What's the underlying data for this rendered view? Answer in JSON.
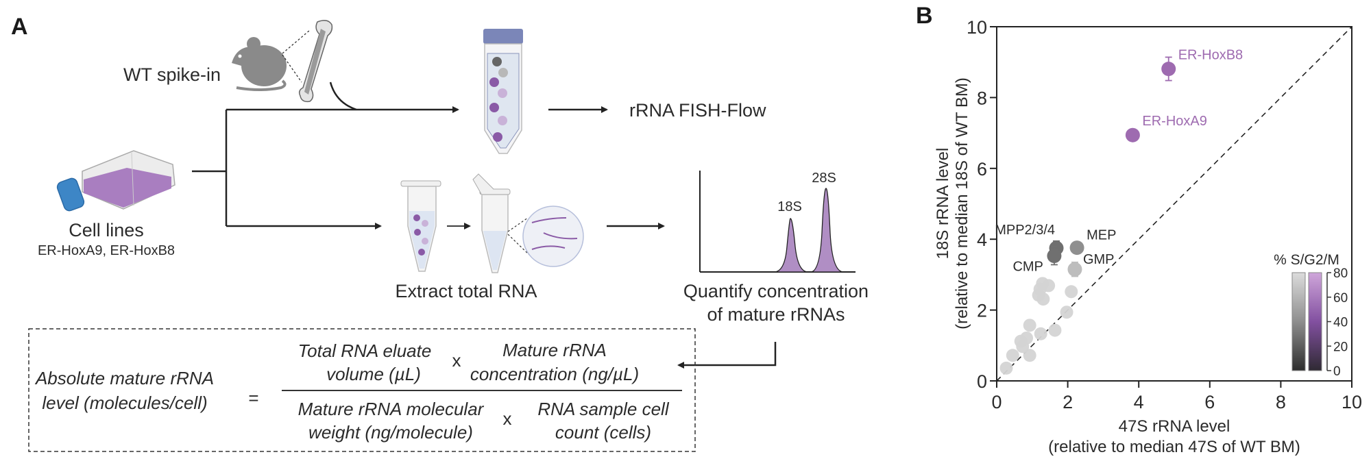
{
  "panel_a": {
    "label": "A",
    "spike_in_label": "WT spike-in",
    "flow_label": "rRNA FISH-Flow",
    "cell_lines_title": "Cell lines",
    "cell_lines_subtitle": "ER-HoxA9, ER-HoxB8",
    "extract_label": "Extract total RNA",
    "quantify_line1": "Quantify concentration",
    "quantify_line2": "of mature rRNAs",
    "peak_18s": "18S",
    "peak_28s": "28S",
    "formula": {
      "lhs_line1": "Absolute mature rRNA",
      "lhs_line2": "level (molecules/cell)",
      "equals": "=",
      "times": "x",
      "num_a_line1": "Total RNA eluate",
      "num_a_line2": "volume (µL)",
      "num_b_line1": "Mature rRNA",
      "num_b_line2": "concentration (ng/µL)",
      "den_a_line1": "Mature rRNA molecular",
      "den_a_line2": "weight (ng/molecule)",
      "den_b_line1": "RNA sample cell",
      "den_b_line2": "count (cells)"
    },
    "colors": {
      "purple": "#9e6bb0",
      "light_purple": "#b08ec4",
      "cap_blue": "#3d86c6",
      "tube_cap": "#7b86b8",
      "mouse_gray": "#8a8a8a"
    }
  },
  "chart_data": {
    "type": "scatter",
    "panel_label": "B",
    "xlabel_line1": "47S rRNA level",
    "xlabel_line2": "(relative to median 47S of WT BM)",
    "ylabel_line1": "18S rRNA level",
    "ylabel_line2": "(relative to median 18S of WT BM)",
    "xlim": [
      0,
      10
    ],
    "ylim": [
      0,
      10
    ],
    "xticks": [
      "0",
      "2",
      "4",
      "6",
      "8",
      "10"
    ],
    "yticks": [
      "0",
      "2",
      "4",
      "6",
      "8",
      "10"
    ],
    "reference_line": "y = x (dashed)",
    "colorbar": {
      "title": "% S/G2/M",
      "range": [
        0,
        80
      ],
      "ticks": [
        "0",
        "20",
        "40",
        "60",
        "80"
      ],
      "scales": [
        "gray",
        "purple"
      ],
      "placement": "bottom-right"
    },
    "labeled_points": [
      {
        "name": "ER-HoxB8",
        "x": 4.84,
        "y": 8.81,
        "y_err": 0.33,
        "scale": "purple",
        "pct_sg2m": 55,
        "color": "#9e6bb0"
      },
      {
        "name": "ER-HoxA9",
        "x": 3.83,
        "y": 6.94,
        "y_err": 0,
        "scale": "purple",
        "pct_sg2m": 55,
        "color": "#9e6bb0"
      },
      {
        "name": "MPP2/3/4",
        "x": 1.68,
        "y": 3.75,
        "y_err": 0.2,
        "scale": "gray",
        "pct_sg2m": 25,
        "color": "#6f6f6f"
      },
      {
        "name": "CMP",
        "x": 1.62,
        "y": 3.53,
        "y_err": 0.25,
        "scale": "gray",
        "pct_sg2m": 22,
        "color": "#707070"
      },
      {
        "name": "MEP",
        "x": 2.26,
        "y": 3.76,
        "y_err": 0,
        "scale": "gray",
        "pct_sg2m": 35,
        "color": "#8f8f8f"
      },
      {
        "name": "GMP",
        "x": 2.2,
        "y": 3.15,
        "y_err": 0.2,
        "scale": "gray",
        "pct_sg2m": 60,
        "color": "#bdbdbd"
      }
    ],
    "unlabeled_points": [
      {
        "x": 1.29,
        "y": 2.75
      },
      {
        "x": 1.46,
        "y": 2.69
      },
      {
        "x": 1.22,
        "y": 2.59
      },
      {
        "x": 1.18,
        "y": 2.42
      },
      {
        "x": 1.31,
        "y": 2.31
      },
      {
        "x": 2.1,
        "y": 2.52
      },
      {
        "x": 1.97,
        "y": 1.94
      },
      {
        "x": 0.93,
        "y": 1.57
      },
      {
        "x": 1.24,
        "y": 1.33
      },
      {
        "x": 1.64,
        "y": 1.43
      },
      {
        "x": 0.84,
        "y": 1.21
      },
      {
        "x": 0.68,
        "y": 1.12
      },
      {
        "x": 0.73,
        "y": 0.97
      },
      {
        "x": 0.45,
        "y": 0.72
      },
      {
        "x": 0.93,
        "y": 0.72
      },
      {
        "x": 0.27,
        "y": 0.36
      }
    ],
    "unlabeled_color": "#d4d4d4"
  }
}
